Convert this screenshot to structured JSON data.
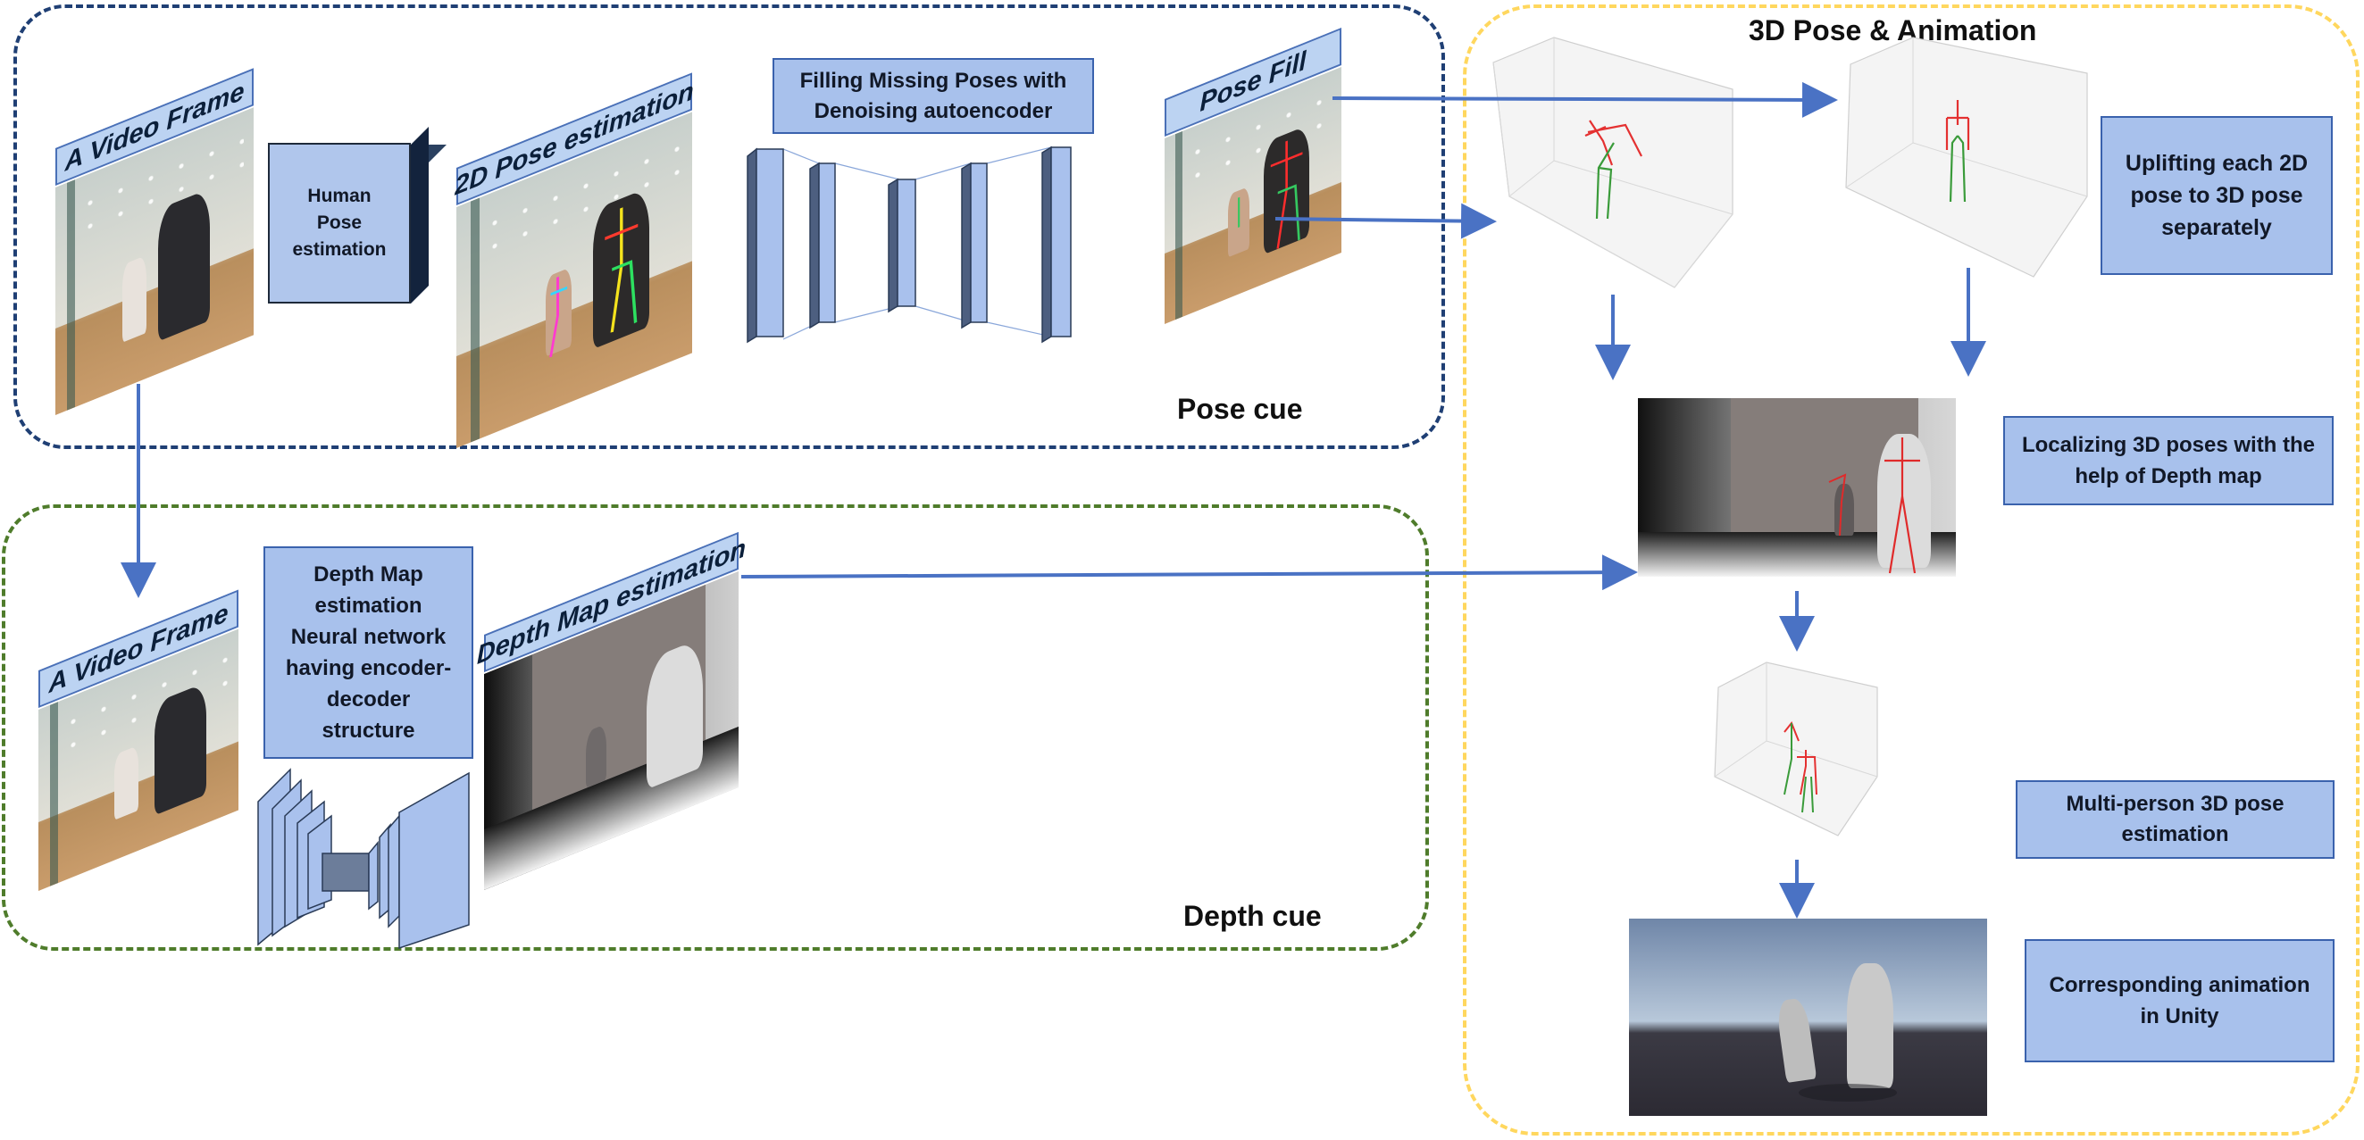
{
  "regions": {
    "pose_cue": {
      "label": "Pose cue",
      "color": "#1f3f74"
    },
    "depth_cue": {
      "label": "Depth cue",
      "color": "#4f7c2b"
    },
    "animation": {
      "label": "3D Pose & Animation",
      "color": "#ffd75e"
    }
  },
  "pose_cue": {
    "frame_title": "A Video Frame",
    "pose_block": "Human\nPose\nestimation",
    "pose2d_title": "2D Pose estimation",
    "autoencoder_title": "Filling Missing Poses with\nDenoising autoencoder",
    "posefill_title": "Pose Fill"
  },
  "depth_cue": {
    "frame_title": "A Video Frame",
    "network_label": "Depth Map\nestimation\nNeural network\nhaving encoder-\ndecoder\nstructure",
    "depth_title": "Depth Map estimation"
  },
  "animation": {
    "uplift_label": "Uplifting each 2D\npose to 3D pose\nseparately",
    "localize_label": "Localizing 3D poses with the\nhelp of Depth map",
    "multiperson_label": "Multi-person 3D  pose\nestimation",
    "unity_label": "Corresponding animation\nin Unity"
  },
  "colors": {
    "arrow": "#4a72c4",
    "box_fill": "#a8c1ec",
    "box_border": "#3a62ad",
    "banner_fill": "#bcd3f2"
  }
}
